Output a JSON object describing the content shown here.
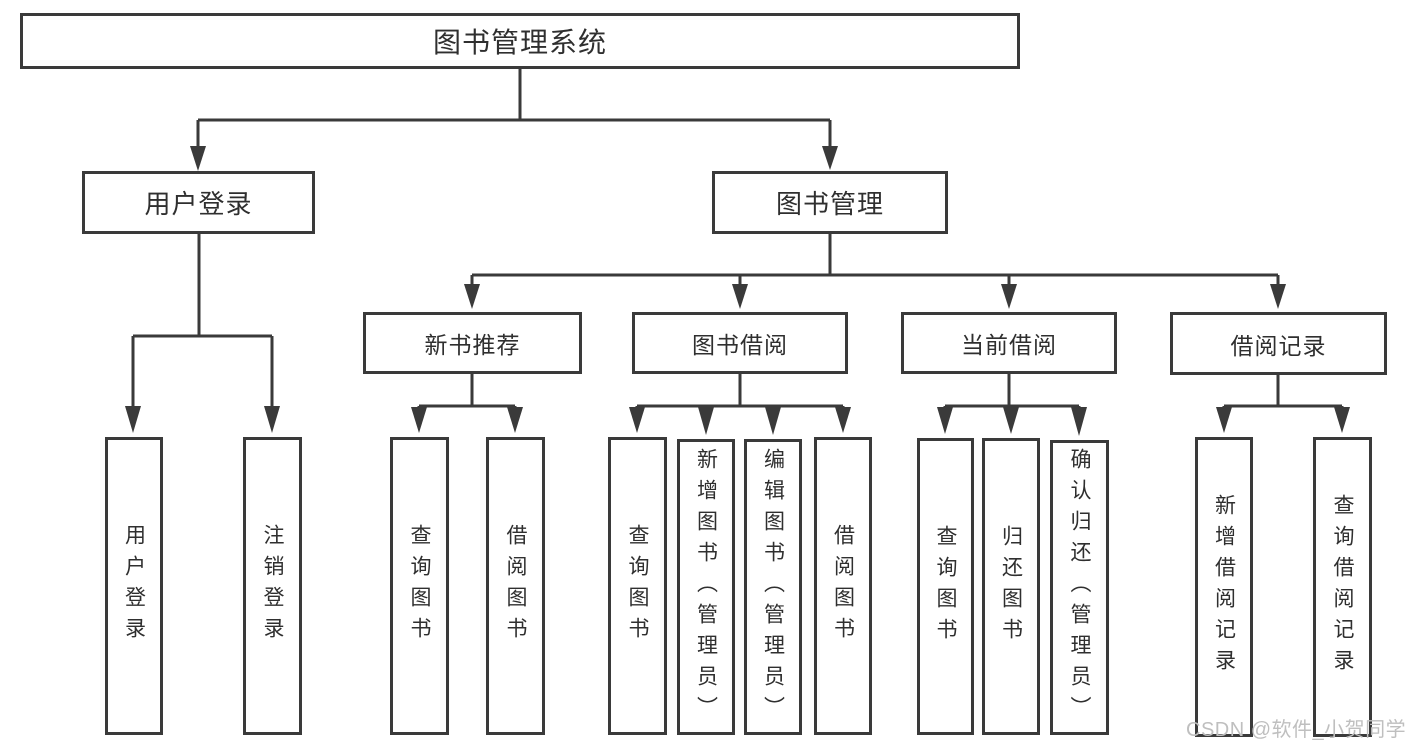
{
  "diagram": {
    "title": "图书管理系统",
    "colors": {
      "line": "#3a3a3a",
      "box_border": "#3a3a3a",
      "text": "#2f2f2f",
      "watermark": "#bfbfbf",
      "background": "#ffffff"
    },
    "nodes": {
      "root": "图书管理系统",
      "user_login": "用户登录",
      "book_mgmt": "图书管理",
      "new_book_rec": "新书推荐",
      "book_borrow": "图书借阅",
      "current_borrow": "当前借阅",
      "borrow_records": "借阅记录",
      "ul_user_login": "用户登录",
      "ul_logout": "注销登录",
      "nb_query_book": "查询图书",
      "nb_borrow_book": "借阅图书",
      "bb_query_book": "查询图书",
      "bb_add_book": "新增图书（管理员）",
      "bb_edit_book": "编辑图书（管理员）",
      "bb_borrow_book": "借阅图书",
      "cb_query_book": "查询图书",
      "cb_return_book": "归还图书",
      "cb_confirm_return": "确认归还（管理员）",
      "br_add_record": "新增借阅记录",
      "br_query_record": "查询借阅记录"
    }
  },
  "watermark": {
    "text": "CSDN @软件_小贺同学"
  }
}
